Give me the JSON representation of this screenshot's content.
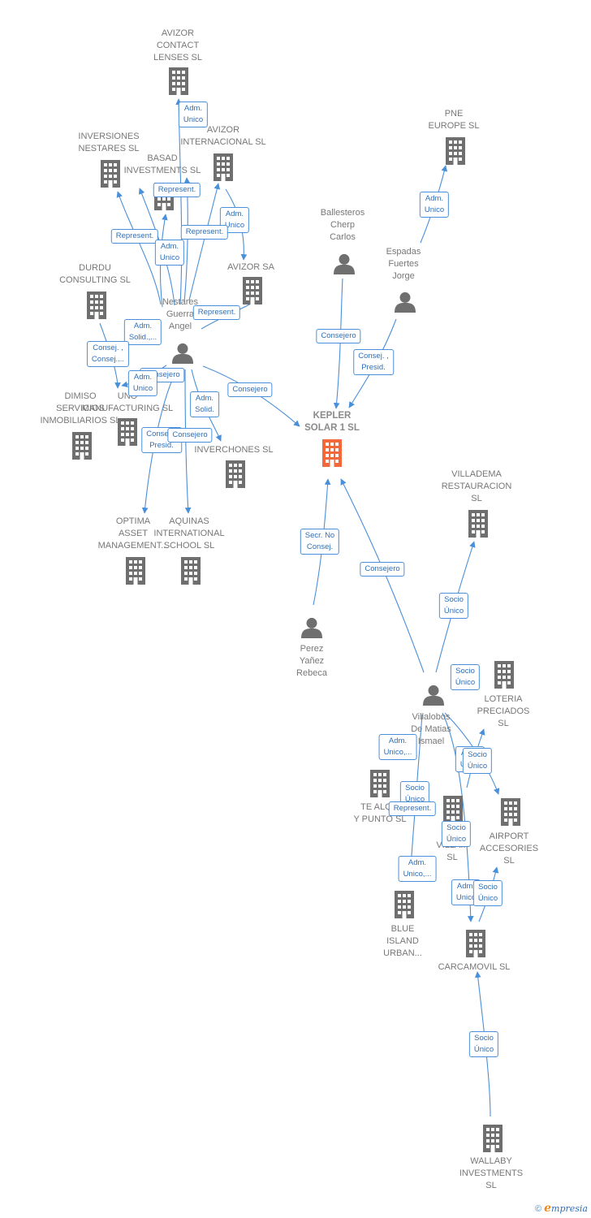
{
  "colors": {
    "edge": "#4a8fd9",
    "building": "#6f6f6f",
    "main_building": "#f2683a",
    "person": "#6f6f6f"
  },
  "nodes": [
    {
      "id": "avizor_contact",
      "type": "company",
      "label": "AVIZOR\nCONTACT\nLENSES  SL"
    },
    {
      "id": "pne_europe",
      "type": "company",
      "label": "PNE\nEUROPE  SL"
    },
    {
      "id": "inversiones_nestares",
      "type": "company",
      "label": "INVERSIONES\nNESTARES SL"
    },
    {
      "id": "basad",
      "type": "company",
      "label": "BASAD\nINVESTMENTS SL"
    },
    {
      "id": "avizor_internacional",
      "type": "company",
      "label": "AVIZOR\nINTERNACIONAL SL"
    },
    {
      "id": "avizor_sa",
      "type": "company",
      "label": "AVIZOR SA"
    },
    {
      "id": "ballesteros",
      "type": "person",
      "label": "Ballesteros\nCherp\nCarlos"
    },
    {
      "id": "espadas",
      "type": "person",
      "label": "Espadas\nFuertes\nJorge"
    },
    {
      "id": "durdu",
      "type": "company",
      "label": "DURDU\nCONSULTING SL"
    },
    {
      "id": "nestares_guerra",
      "type": "person",
      "label": "Nestares\nGuerra\nAngel"
    },
    {
      "id": "dimiso",
      "type": "company",
      "label": "DIMISO\nSERVICIOS\nINMOBILIARIOS SL"
    },
    {
      "id": "uno_manufacturing",
      "type": "company",
      "label": "UNO\nMANUFACTURING SL"
    },
    {
      "id": "kepler",
      "type": "main",
      "label": "KEPLER\nSOLAR 1  SL"
    },
    {
      "id": "inverchones",
      "type": "company",
      "label": "INVERCHONES SL"
    },
    {
      "id": "villadema",
      "type": "company",
      "label": "VILLADEMA\nRESTAURACION\nSL"
    },
    {
      "id": "optima",
      "type": "company",
      "label": "OPTIMA\nASSET\nMANAGEMENT..."
    },
    {
      "id": "aquinas",
      "type": "company",
      "label": "AQUINAS\nINTERNATIONAL\nSCHOOL SL"
    },
    {
      "id": "perez",
      "type": "person",
      "label": "Perez\nYañez\nRebeca"
    },
    {
      "id": "loteria",
      "type": "company",
      "label": "LOTERIA\nPRECIADOS\nSL"
    },
    {
      "id": "villalobos",
      "type": "person",
      "label": "Villalobos\nDe Matias\nIsmael"
    },
    {
      "id": "te_alquilo",
      "type": "company",
      "label": "TE ALQ...\nY PUNTO  SL"
    },
    {
      "id": "isla_villalobos",
      "type": "company",
      "label": "IS...\nVILLA...\nSL"
    },
    {
      "id": "airport",
      "type": "company",
      "label": "AIRPORT\nACCESORIES\nSL"
    },
    {
      "id": "blue_island",
      "type": "company",
      "label": "BLUE\nISLAND\nURBAN..."
    },
    {
      "id": "carcamovil",
      "type": "company",
      "label": "CARCAMOVIL SL"
    },
    {
      "id": "wallaby",
      "type": "company",
      "label": "WALLABY\nINVESTMENTS\nSL"
    }
  ],
  "edge_labels": [
    {
      "id": "el1",
      "text": "Adm.\nUnico"
    },
    {
      "id": "el2",
      "text": "Adm.\nUnico"
    },
    {
      "id": "el3",
      "text": "Represent."
    },
    {
      "id": "el4",
      "text": "Adm.\nUnico"
    },
    {
      "id": "el5",
      "text": "Represent."
    },
    {
      "id": "el6",
      "text": "Represent."
    },
    {
      "id": "el7",
      "text": "Adm.\nUnico"
    },
    {
      "id": "el8",
      "text": "Represent."
    },
    {
      "id": "el9",
      "text": "Adm.\nSolid.,..."
    },
    {
      "id": "el10",
      "text": "Consej. ,\nConsej...."
    },
    {
      "id": "el11",
      "text": "Consejero"
    },
    {
      "id": "el12",
      "text": "Consej. ,\nPresid."
    },
    {
      "id": "el13",
      "text": "Consejero"
    },
    {
      "id": "el14",
      "text": "Adm.\nUnico"
    },
    {
      "id": "el15",
      "text": "Adm.\nSolid."
    },
    {
      "id": "el16",
      "text": "Consejero"
    },
    {
      "id": "el17",
      "text": "Consej. ,\nPresid."
    },
    {
      "id": "el18",
      "text": "Consejero"
    },
    {
      "id": "el19",
      "text": "Secr.  No\nConsej."
    },
    {
      "id": "el20",
      "text": "Consejero"
    },
    {
      "id": "el21",
      "text": "Socio\nÚnico"
    },
    {
      "id": "el22",
      "text": "Socio\nÚnico"
    },
    {
      "id": "el23",
      "text": "Adm.\nUnico,..."
    },
    {
      "id": "el24",
      "text": "Adm.\nUnico"
    },
    {
      "id": "el25",
      "text": "Socio\nÚnico"
    },
    {
      "id": "el26",
      "text": "Socio\nÚnico"
    },
    {
      "id": "el27",
      "text": "Represent."
    },
    {
      "id": "el28",
      "text": "Socio\nÚnico"
    },
    {
      "id": "el29",
      "text": "Adm.\nUnico,..."
    },
    {
      "id": "el30",
      "text": "Adm.\nUnico"
    },
    {
      "id": "el31",
      "text": "Socio\nÚnico"
    },
    {
      "id": "el32",
      "text": "Socio\nÚnico"
    }
  ],
  "footer": {
    "copyright": "©",
    "brand_e": "e",
    "brand_rest": "mpresia"
  }
}
